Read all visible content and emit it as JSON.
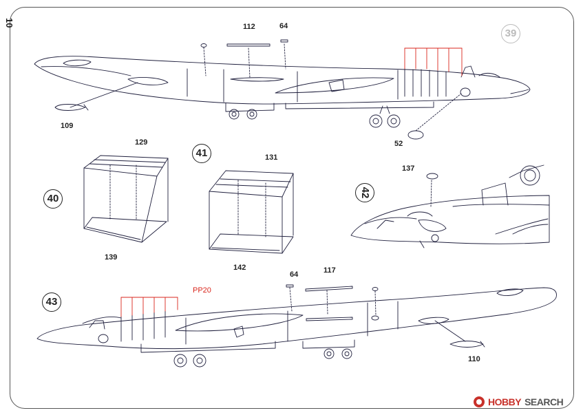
{
  "page_number": "10",
  "steps": [
    "39",
    "40",
    "41",
    "42",
    "43"
  ],
  "parts": {
    "s39": [
      "112",
      "64",
      "109",
      "52"
    ],
    "s40": [
      "129",
      "139"
    ],
    "s41": [
      "131",
      "142"
    ],
    "s42": [
      "137"
    ],
    "s43": [
      "64",
      "117",
      "110"
    ]
  },
  "paint_ref": "PP20",
  "watermark": {
    "brand_red": "HOBBY",
    "brand_gray": "SEARCH"
  },
  "colors": {
    "line": "#1e1e3c",
    "paint": "#d9261c",
    "faded": "#bbbbbb"
  }
}
